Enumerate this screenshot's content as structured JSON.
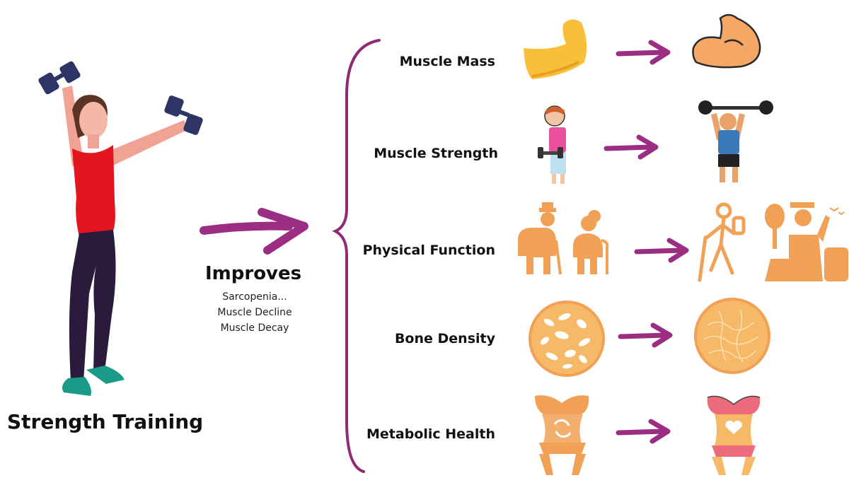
{
  "left": {
    "title": "Strength Training",
    "action": "Improves",
    "conditions": [
      "Sarcopenia...",
      "Muscle Decline",
      "Muscle Decay"
    ]
  },
  "benefits": [
    {
      "label": "Muscle Mass",
      "before_icon": "small-arm-icon",
      "after_icon": "flexed-biceps-icon"
    },
    {
      "label": "Muscle Strength",
      "before_icon": "weak-boy-dumbbell-icon",
      "after_icon": "strongman-barbell-icon"
    },
    {
      "label": "Physical Function",
      "before_icon": "elderly-couple-canes-icon",
      "after_icon": "active-hiker-icon"
    },
    {
      "label": "Bone Density",
      "before_icon": "porous-bone-icon",
      "after_icon": "dense-bone-icon"
    },
    {
      "label": "Metabolic Health",
      "before_icon": "torso-metabolism-icon",
      "after_icon": "healthy-torso-heart-icon"
    }
  ],
  "colors": {
    "arrow": "#9b2d82",
    "icon": "#f0a155",
    "brace": "#8e2a78"
  }
}
